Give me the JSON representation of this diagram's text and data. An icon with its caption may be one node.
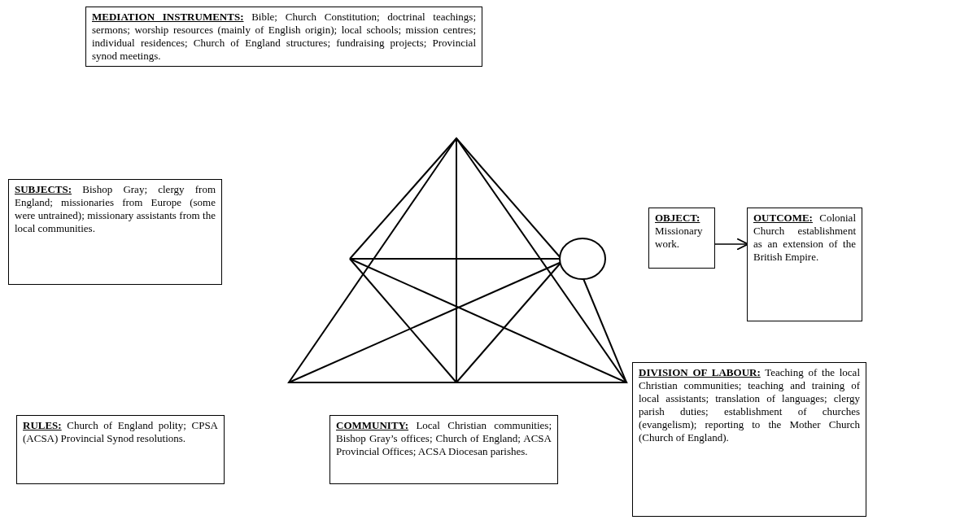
{
  "diagram": {
    "nodes": [
      {
        "text": [
          "**MEDIATION INSTRUMENTS:** Bible; Church Constitution; doctrinal teachings; sermons; worship resources (mainly of English origin); local schools; mission centres; individual residences; Church of England structures; fundraising projects; Provincial synod meetings."
        ]
      },
      {
        "text": [
          "**SUBJECTS:** Bishop Gray; clergy from England; missionaries from Europe (some were untrained); missionary assistants from the local communities."
        ]
      },
      {
        "text": [],
        "shape": "circle"
      },
      {
        "text": [
          "**OBJECT:** Missionary work."
        ]
      },
      {
        "text": [
          "**OUTCOME:** Colonial Church establishment as an extension of the British Empire."
        ]
      },
      {
        "text": [
          "**DIVISION OF LABOUR:** Teaching of the local Christian communities; teaching and training of local assistants; translation of languages; clergy parish duties; establishment of churches (evangelism); reporting to the Mother Church (Church of England)."
        ]
      },
      {
        "text": [
          "**RULES:** Church of England polity; CPSA (ACSA) Provincial Synod resolutions."
        ]
      },
      {
        "text": [
          "**COMMUNITY:** Local Christian communities; Bishop Gray’s offices; Church of England; ACSA Provincial Offices; ACSA Diocesan parishes."
        ]
      }
    ],
    "edges": [
      {
        "from": 3,
        "to": 4,
        "arrow": "to"
      }
    ]
  }
}
